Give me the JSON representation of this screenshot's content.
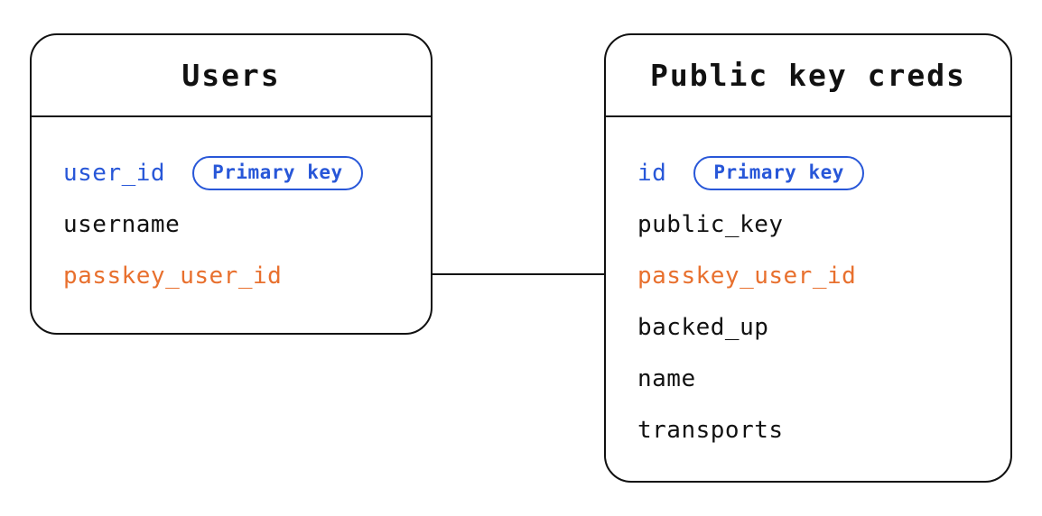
{
  "diagram": {
    "type": "entity-relationship",
    "colors": {
      "line_and_text": "#111111",
      "primary_key_blue": "#2857d8",
      "foreign_key_orange": "#e8702e",
      "background": "#ffffff"
    },
    "relationship": {
      "from_table": "Users",
      "from_field": "passkey_user_id",
      "to_table": "Public key creds",
      "to_field": "passkey_user_id"
    }
  },
  "tables": [
    {
      "title": "Users",
      "fields": [
        {
          "name": "user_id",
          "badge": "Primary key",
          "color": "blue"
        },
        {
          "name": "username",
          "color": "black"
        },
        {
          "name": "passkey_user_id",
          "color": "orange"
        }
      ]
    },
    {
      "title": "Public key creds",
      "fields": [
        {
          "name": "id",
          "badge": "Primary key",
          "color": "blue"
        },
        {
          "name": "public_key",
          "color": "black"
        },
        {
          "name": "passkey_user_id",
          "color": "orange"
        },
        {
          "name": "backed_up",
          "color": "black"
        },
        {
          "name": "name",
          "color": "black"
        },
        {
          "name": "transports",
          "color": "black"
        }
      ]
    }
  ]
}
